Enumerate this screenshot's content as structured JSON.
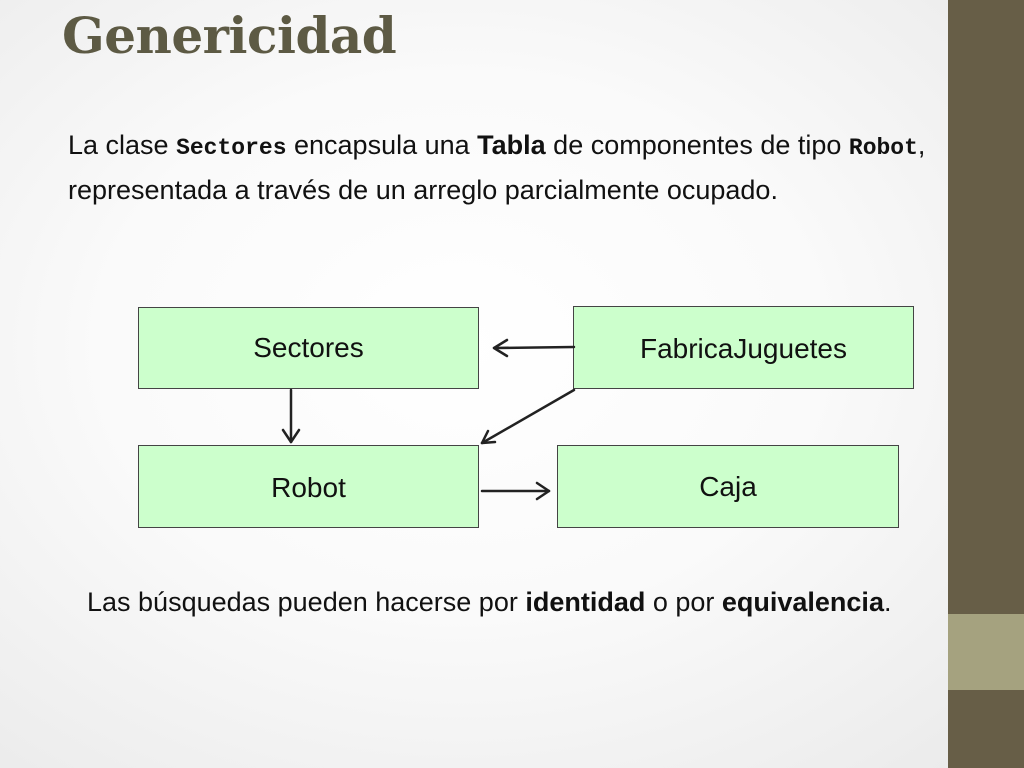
{
  "slide": {
    "title": "Genericidad"
  },
  "intro": {
    "t1": "La clase ",
    "code1": "Sectores",
    "t2": " encapsula una ",
    "bold1": "Tabla",
    "t3": " de componentes de tipo ",
    "code2": "Robot",
    "t4": ", representada a través de un arreglo parcialmente ocupado."
  },
  "diagram": {
    "nodes": {
      "sectores": "Sectores",
      "fabrica": "FabricaJuguetes",
      "robot": "Robot",
      "caja": "Caja"
    },
    "edges": [
      {
        "from": "FabricaJuguetes",
        "to": "Sectores"
      },
      {
        "from": "Sectores",
        "to": "Robot"
      },
      {
        "from": "FabricaJuguetes",
        "to": "Robot"
      },
      {
        "from": "Robot",
        "to": "Caja"
      }
    ],
    "node_fill": "#ccffcc"
  },
  "footer": {
    "t1": "Las búsquedas pueden hacerse por ",
    "bold1": "identidad",
    "t2": " o por ",
    "bold2": "equivalencia",
    "t3": "."
  },
  "theme": {
    "title_color": "#5d5a44",
    "sidebar_color": "#675e47",
    "sidebar_accent_color": "#a5a27f"
  }
}
